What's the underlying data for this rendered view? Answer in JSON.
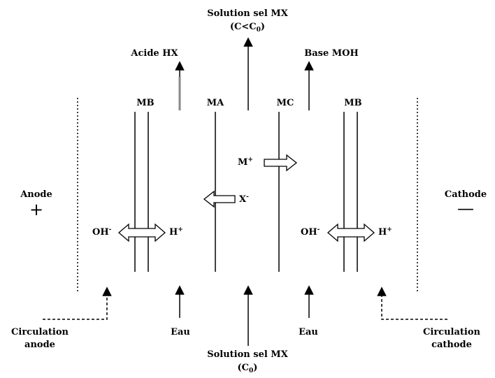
{
  "diagram": {
    "top_outlet": {
      "line1": "Solution sel MX",
      "line2_main": "(C<C",
      "line2_sub": "0",
      "line2_end": ")"
    },
    "acid_outlet": "Acide HX",
    "base_outlet": "Base MOH",
    "membranes": {
      "left_bipolar": "MB",
      "anion_exchange": "MA",
      "cation_exchange": "MC",
      "right_bipolar": "MB"
    },
    "electrodes": {
      "anode_label": "Anode",
      "anode_sign": "+",
      "cathode_label": "Cathode",
      "cathode_sign": "—"
    },
    "ions": {
      "cation_base": "M",
      "cation_charge": "+",
      "anion_base": "X",
      "anion_charge": "-",
      "left_hydroxide_base": "OH",
      "left_hydroxide_charge": "-",
      "left_proton_base": "H",
      "left_proton_charge": "+",
      "right_hydroxide_base": "OH",
      "right_hydroxide_charge": "-",
      "right_proton_base": "H",
      "right_proton_charge": "+"
    },
    "inlets": {
      "anode_circulation_line1": "Circulation",
      "anode_circulation_line2": "anode",
      "water_left": "Eau",
      "feed_line1": "Solution sel MX",
      "feed_line2_main": "(C",
      "feed_line2_sub": "0",
      "feed_line2_end": ")",
      "water_right": "Eau",
      "cathode_circulation_line1": "Circulation",
      "cathode_circulation_line2": "cathode"
    }
  }
}
